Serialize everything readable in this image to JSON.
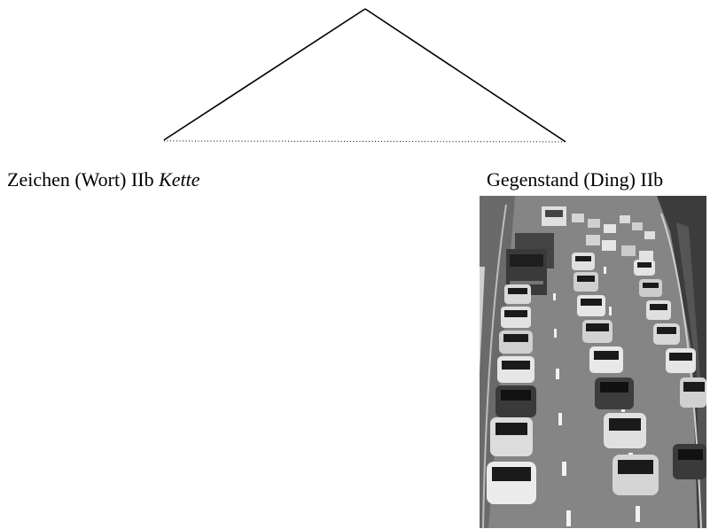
{
  "sign_label": {
    "prefix": "Zeichen (Wort) IIb ",
    "word": "Kette"
  },
  "object_label": "Gegenstand (Ding) IIb",
  "photo": {
    "subject": "traffic-jam-photo",
    "colors": {
      "road": "#858585",
      "car_dark": "#2e2e2e",
      "car_light": "#d9d9d9",
      "glass": "#1a1a1a",
      "lane_mark": "#f2f2f2",
      "trees": "#3c3c3c"
    }
  },
  "triangle": {
    "stroke": "#000000",
    "base_style": "dotted"
  }
}
